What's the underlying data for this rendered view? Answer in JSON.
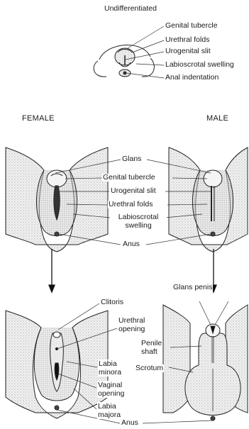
{
  "undifferentiated": {
    "title": "Undifferentiated",
    "labels": [
      "Genital tubercle",
      "Urethral folds",
      "Urogenital slit",
      "Labioscrotal swelling",
      "Anal indentation"
    ]
  },
  "columns": {
    "female": "FEMALE",
    "male": "MALE"
  },
  "middle_labels": {
    "glans": "Glans",
    "genital_tubercle": "Genital tubercle",
    "urogenital_slit": "Urogenital slit",
    "urethral_folds": "Urethral folds",
    "labioscrotal_1": "Labioscrotal",
    "labioscrotal_2": "swelling",
    "anus": "Anus"
  },
  "female_adult": {
    "clitoris": "Clitoris",
    "urethral_1": "Urethral",
    "urethral_2": "opening",
    "labia_minora_1": "Labia",
    "labia_minora_2": "minora",
    "vaginal_1": "Vaginal",
    "vaginal_2": "opening",
    "labia_majora_1": "Labia",
    "labia_majora_2": "majora"
  },
  "male_adult": {
    "glans_penis": "Glans penis",
    "penile_1": "Penile",
    "penile_2": "shaft",
    "scrotum": "Scrotum"
  },
  "bottom": {
    "anus": "Anus"
  }
}
